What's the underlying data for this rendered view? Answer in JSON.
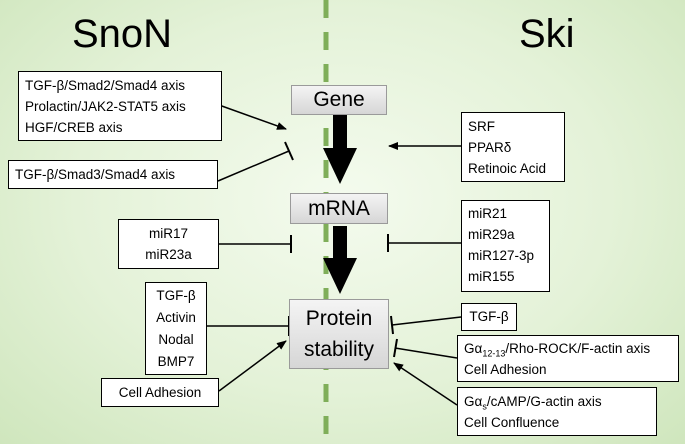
{
  "titles": {
    "left": "SnoN",
    "right": "Ski"
  },
  "nodes": {
    "gene": "Gene",
    "mrna": "mRNA",
    "protein_line1": "Protein",
    "protein_line2": "stability"
  },
  "snon_boxes": {
    "gene_activators": [
      "TGF-β/Smad2/Smad4 axis",
      "Prolactin/JAK2-STAT5 axis",
      "HGF/CREB axis"
    ],
    "gene_inhibitor": "TGF-β/Smad3/Smad4 axis",
    "mirnas": [
      "miR17",
      "miR23a"
    ],
    "protein_inhibitors": [
      "TGF-β",
      "Activin",
      "Nodal",
      "BMP7"
    ],
    "cell_adhesion": "Cell Adhesion"
  },
  "ski_boxes": {
    "gene_activators": [
      "SRF",
      "PPARδ",
      "Retinoic Acid"
    ],
    "mirnas": [
      "miR21",
      "miR29a",
      "miR127-3p",
      "miR155"
    ],
    "tgfb": "TGF-β",
    "galpha12": {
      "prefix": "Gα",
      "sub": "12-13",
      "suffix": "/Rho-ROCK/F-actin axis",
      "line2": "Cell Adhesion"
    },
    "galphas": {
      "prefix": "Gα",
      "sub": "s",
      "suffix": "/cAMP/G-actin axis",
      "line2": "Cell Confluence"
    }
  }
}
